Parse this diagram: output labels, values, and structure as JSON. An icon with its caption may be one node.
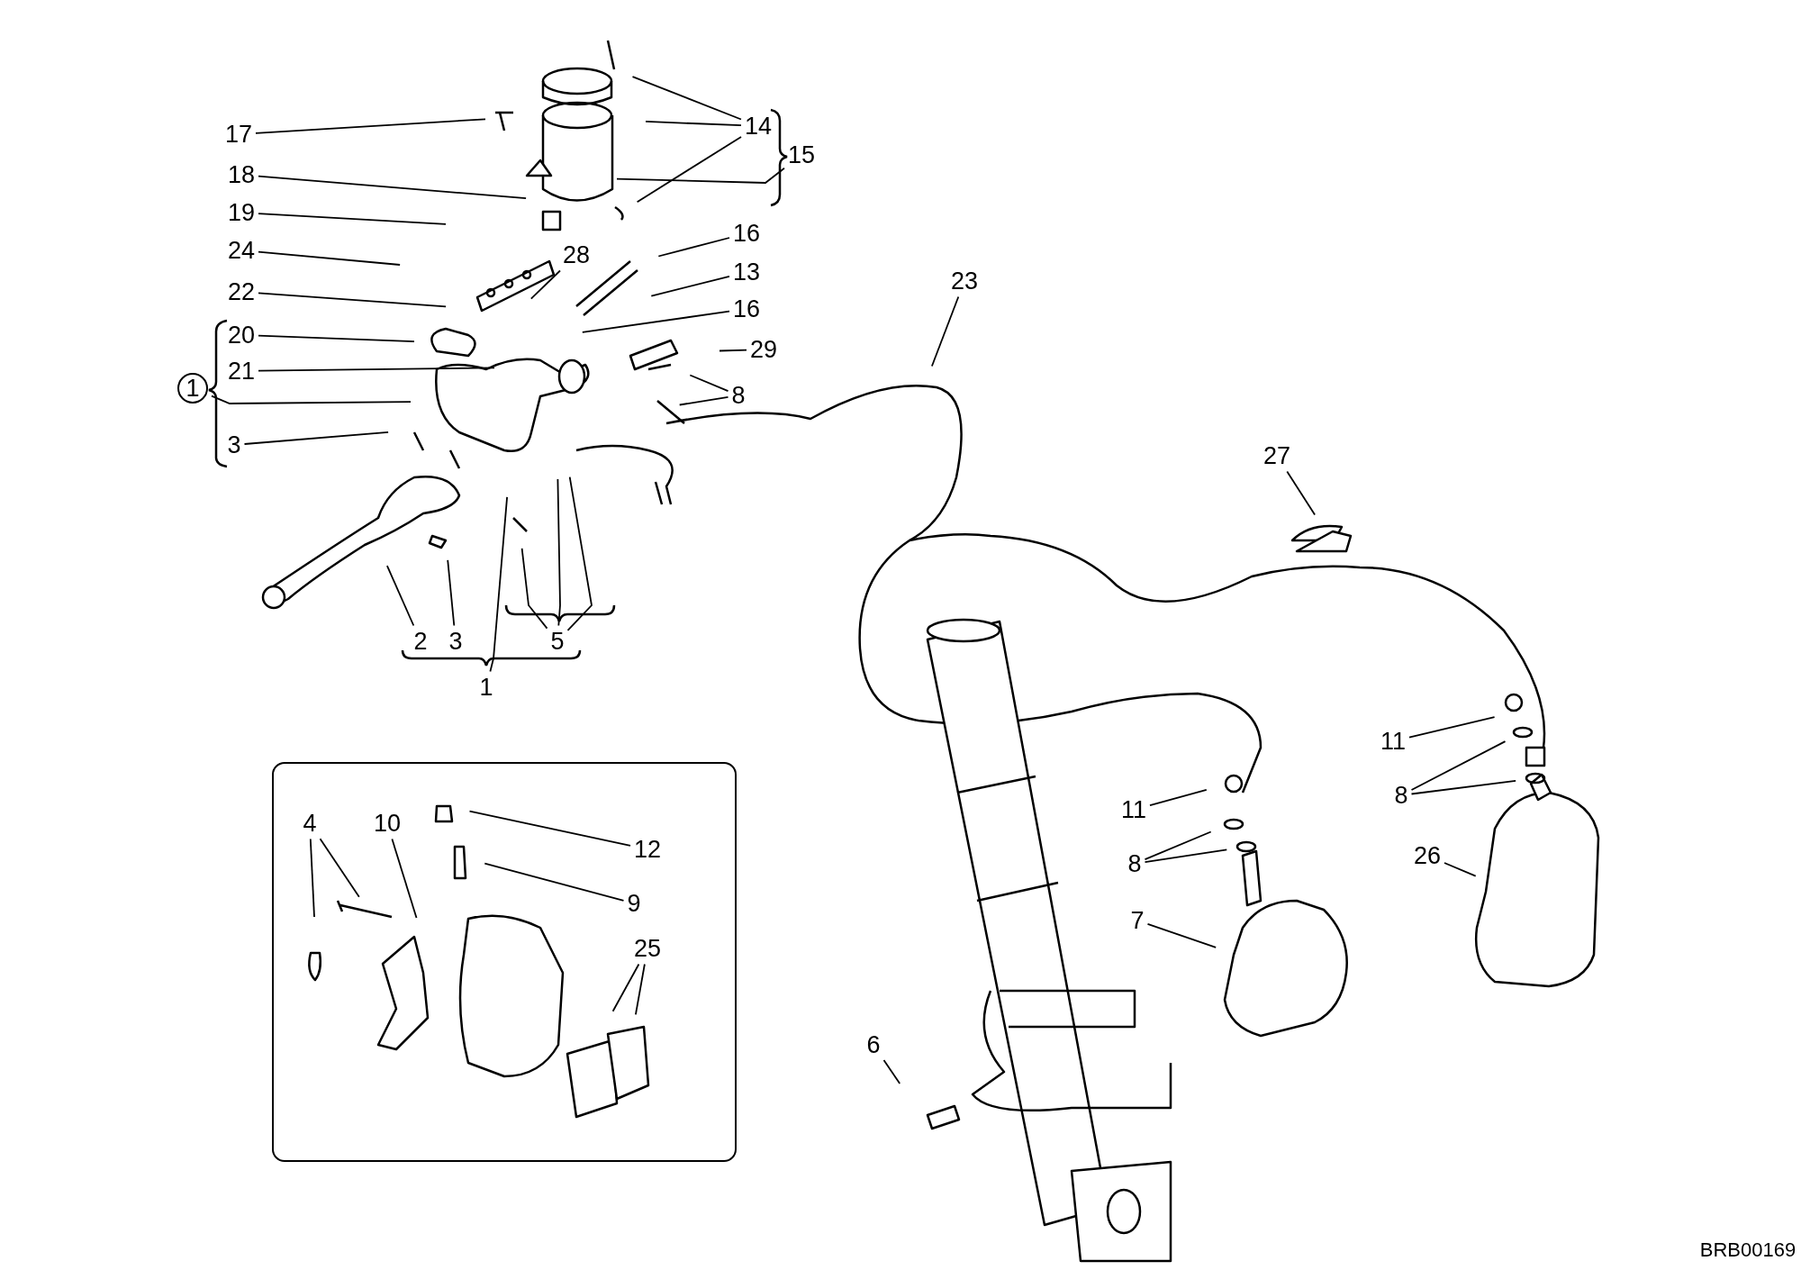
{
  "diagram": {
    "nodes": [
      {
        "text": [
          "17"
        ]
      },
      {
        "text": [
          "14"
        ]
      },
      {
        "text": [
          "15"
        ]
      },
      {
        "text": [
          "18"
        ]
      },
      {
        "text": [
          "19"
        ]
      },
      {
        "text": [
          "16"
        ]
      },
      {
        "text": [
          "24"
        ]
      },
      {
        "text": [
          "28"
        ]
      },
      {
        "text": [
          "13"
        ]
      },
      {
        "text": [
          "22"
        ]
      },
      {
        "text": [
          "16"
        ]
      },
      {
        "text": [
          "20"
        ]
      },
      {
        "text": [
          "29"
        ]
      },
      {
        "text": [
          "21"
        ]
      },
      {
        "text": [
          "1"
        ]
      },
      {
        "text": [
          "8"
        ]
      },
      {
        "text": [
          "3"
        ]
      },
      {
        "text": [
          "23"
        ]
      },
      {
        "text": [
          "27"
        ]
      },
      {
        "text": [
          "2"
        ]
      },
      {
        "text": [
          "3"
        ]
      },
      {
        "text": [
          "5"
        ]
      },
      {
        "text": [
          "1"
        ]
      },
      {
        "text": [
          "11"
        ]
      },
      {
        "text": [
          "8"
        ]
      },
      {
        "text": [
          "11"
        ]
      },
      {
        "text": [
          "8"
        ]
      },
      {
        "text": [
          "26"
        ]
      },
      {
        "text": [],
        "shape": "box"
      },
      {
        "text": [
          "4"
        ],
        "in": 28
      },
      {
        "text": [
          "10"
        ],
        "in": 28
      },
      {
        "text": [
          "12"
        ],
        "in": 28
      },
      {
        "text": [
          "9"
        ],
        "in": 28
      },
      {
        "text": [
          "7"
        ]
      },
      {
        "text": [
          "25"
        ],
        "in": 28
      },
      {
        "text": [
          "6"
        ]
      }
    ],
    "edges": [
      {
        "from": 0,
        "to": null,
        "arrow": "none"
      },
      {
        "from": 1,
        "to": null,
        "arrow": "none"
      },
      {
        "from": 1,
        "to": null,
        "arrow": "none"
      },
      {
        "from": 1,
        "to": null,
        "arrow": "none"
      },
      {
        "from": 2,
        "to": null,
        "arrow": "none"
      },
      {
        "from": 3,
        "to": null,
        "arrow": "none"
      },
      {
        "from": 4,
        "to": null,
        "arrow": "none"
      },
      {
        "from": 5,
        "to": null,
        "arrow": "none"
      },
      {
        "from": 6,
        "to": null,
        "arrow": "none"
      },
      {
        "from": 7,
        "to": null,
        "arrow": "none"
      },
      {
        "from": 8,
        "to": null,
        "arrow": "none"
      },
      {
        "from": 9,
        "to": null,
        "arrow": "none"
      },
      {
        "from": 10,
        "to": null,
        "arrow": "none"
      },
      {
        "from": 11,
        "to": null,
        "arrow": "none"
      },
      {
        "from": 12,
        "to": null,
        "arrow": "none"
      },
      {
        "from": 13,
        "to": null,
        "arrow": "none"
      },
      {
        "from": 14,
        "to": null,
        "arrow": "none"
      },
      {
        "from": 15,
        "to": null,
        "arrow": "none"
      },
      {
        "from": 15,
        "to": null,
        "arrow": "none"
      },
      {
        "from": 16,
        "to": null,
        "arrow": "none"
      },
      {
        "from": 17,
        "to": null,
        "arrow": "none"
      },
      {
        "from": 18,
        "to": null,
        "arrow": "none"
      },
      {
        "from": 19,
        "to": null,
        "arrow": "none"
      },
      {
        "from": 20,
        "to": null,
        "arrow": "none"
      },
      {
        "from": 21,
        "to": null,
        "arrow": "none"
      },
      {
        "from": 21,
        "to": null,
        "arrow": "none"
      },
      {
        "from": 21,
        "to": null,
        "arrow": "none"
      },
      {
        "from": 22,
        "to": null,
        "arrow": "none"
      },
      {
        "from": 23,
        "to": null,
        "arrow": "none"
      },
      {
        "from": 24,
        "to": null,
        "arrow": "none"
      },
      {
        "from": 24,
        "to": null,
        "arrow": "none"
      },
      {
        "from": 25,
        "to": null,
        "arrow": "none"
      },
      {
        "from": 26,
        "to": null,
        "arrow": "none"
      },
      {
        "from": 26,
        "to": null,
        "arrow": "none"
      },
      {
        "from": 27,
        "to": null,
        "arrow": "none"
      },
      {
        "from": 29,
        "to": null,
        "arrow": "none"
      },
      {
        "from": 29,
        "to": null,
        "arrow": "none"
      },
      {
        "from": 30,
        "to": null,
        "arrow": "none"
      },
      {
        "from": 31,
        "to": null,
        "arrow": "none"
      },
      {
        "from": 32,
        "to": null,
        "arrow": "none"
      },
      {
        "from": 33,
        "to": null,
        "arrow": "none"
      },
      {
        "from": 34,
        "to": null,
        "arrow": "none"
      },
      {
        "from": 34,
        "to": null,
        "arrow": "none"
      },
      {
        "from": 35,
        "to": null,
        "arrow": "none"
      }
    ],
    "labels": [
      "BRB00169"
    ]
  }
}
